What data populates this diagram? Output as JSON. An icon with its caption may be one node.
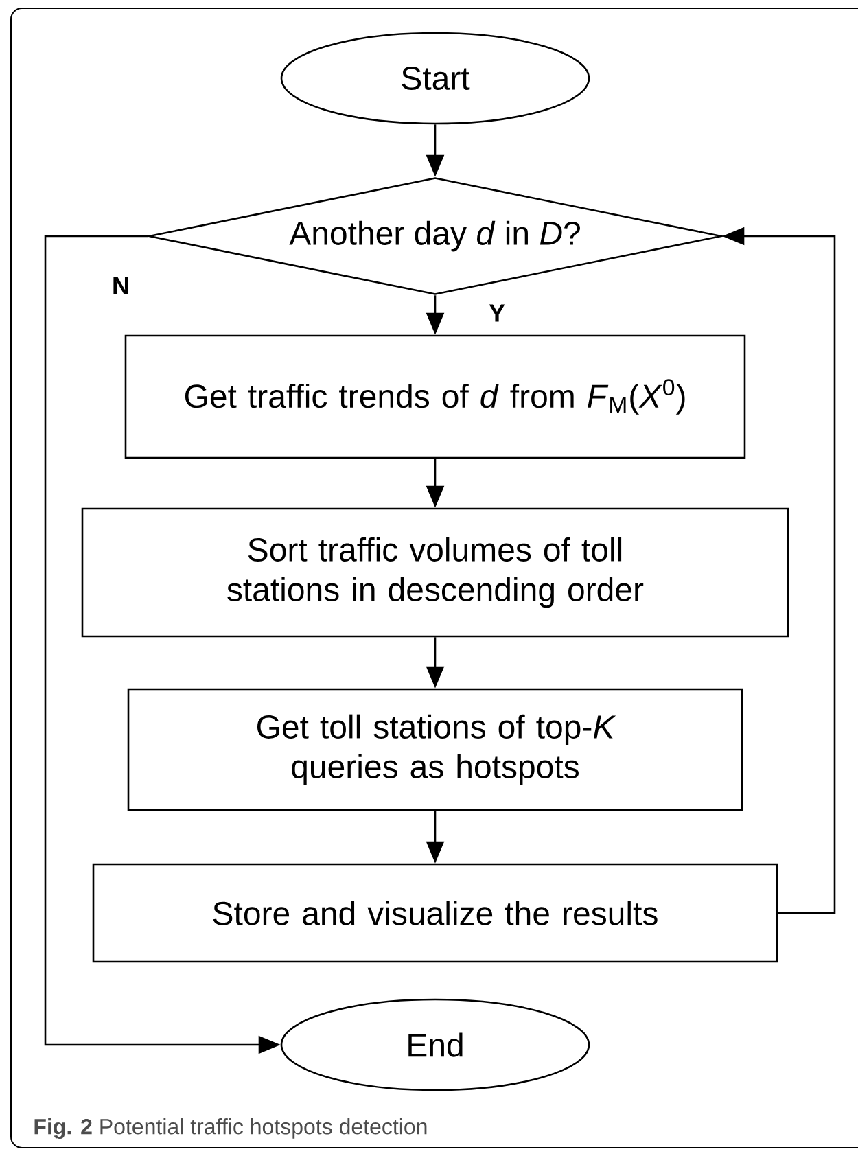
{
  "diagram": {
    "caption": "**Fig. 2** Potential traffic hotspots detection",
    "nodes": [
      {
        "text": [
          "Start"
        ]
      },
      {
        "text": [
          "Another day *d* in *D*?"
        ]
      },
      {
        "text": [
          "Get traffic trends of *d* from *F*$_{M}$(*X*$^{0}$)"
        ]
      },
      {
        "text": [
          "Sort traffic volumes of toll stations in descending order"
        ]
      },
      {
        "text": [
          "Get toll stations of top-*K* queries as hotspots"
        ]
      },
      {
        "text": [
          "Store and visualize the results"
        ]
      },
      {
        "text": [
          "End"
        ]
      }
    ],
    "edges": [
      {
        "from": 0,
        "to": 1,
        "arrow": "to"
      },
      {
        "from": 1,
        "to": 2,
        "arrow": "to",
        "label": "Y"
      },
      {
        "from": 2,
        "to": 3,
        "arrow": "to"
      },
      {
        "from": 3,
        "to": 4,
        "arrow": "to"
      },
      {
        "from": 4,
        "to": 5,
        "arrow": "to"
      },
      {
        "from": 5,
        "to": 1,
        "arrow": "to"
      },
      {
        "from": 1,
        "to": 6,
        "arrow": "to",
        "label": "N"
      }
    ]
  }
}
